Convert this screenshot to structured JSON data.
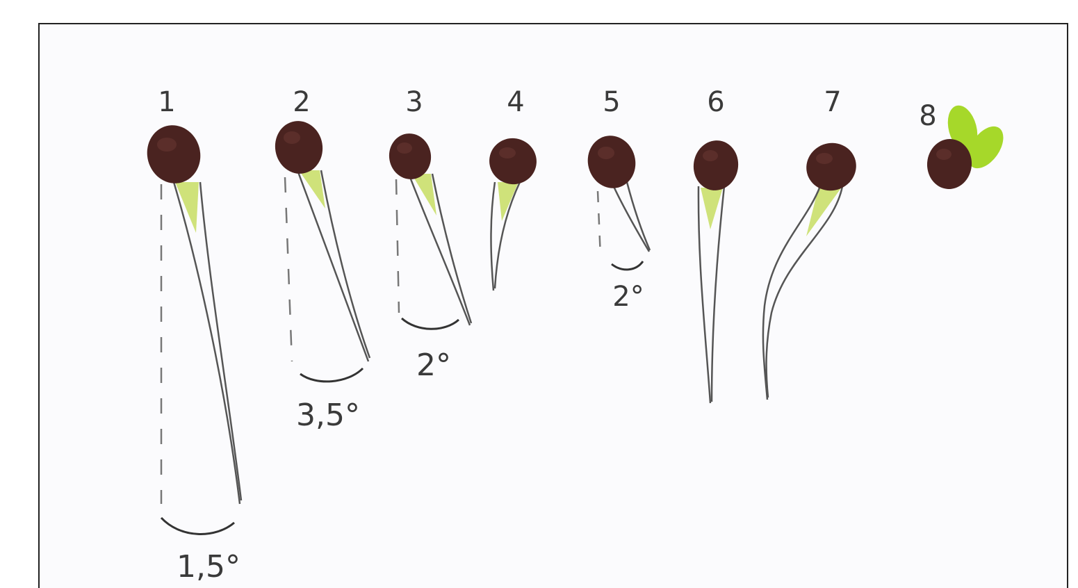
{
  "diagram": {
    "seedlings": [
      {
        "number": "1",
        "angle_label": "1,5°"
      },
      {
        "number": "2",
        "angle_label": "3,5°"
      },
      {
        "number": "3",
        "angle_label": "2°"
      },
      {
        "number": "4",
        "angle_label": ""
      },
      {
        "number": "5",
        "angle_label": "2°"
      },
      {
        "number": "6",
        "angle_label": ""
      },
      {
        "number": "7",
        "angle_label": ""
      },
      {
        "number": "8",
        "angle_label": ""
      }
    ],
    "colors": {
      "seed": "#4a2320",
      "seed_highlight": "#6b3a33",
      "hypocotyl_fill": "#cfe27a",
      "cotyledon": "#a6d82a",
      "stem_line": "#555555",
      "dashed_line": "#777777",
      "frame": "#222222",
      "paper": "#fbfbfd"
    }
  }
}
